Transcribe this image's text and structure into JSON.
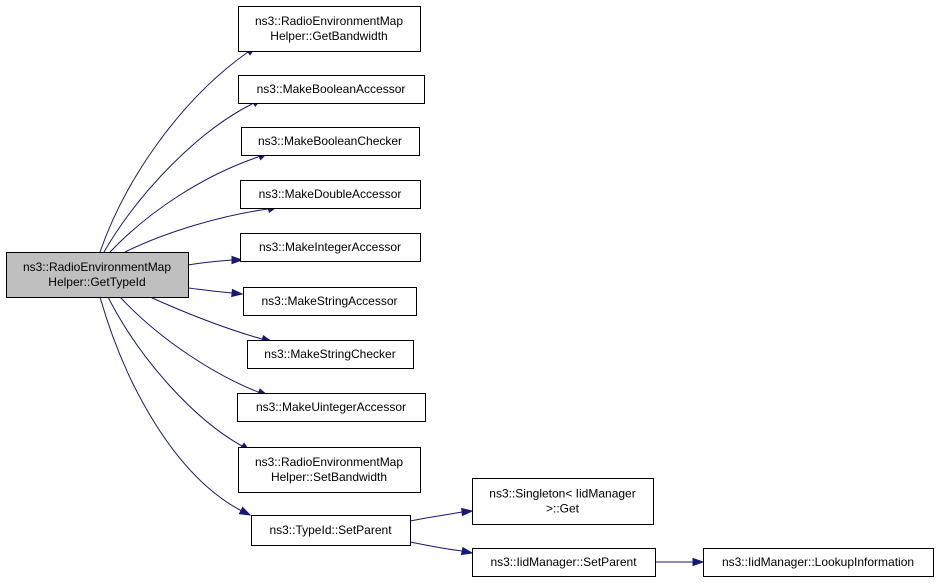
{
  "diagram": {
    "nodes": [
      {
        "id": "root",
        "lines": [
          "ns3::RadioEnvironmentMap",
          "Helper::GetTypeId"
        ]
      },
      {
        "id": "getbandwidth",
        "lines": [
          "ns3::RadioEnvironmentMap",
          "Helper::GetBandwidth"
        ]
      },
      {
        "id": "makebooleanaccessor",
        "lines": [
          "ns3::MakeBooleanAccessor"
        ]
      },
      {
        "id": "makebooleanchecker",
        "lines": [
          "ns3::MakeBooleanChecker"
        ]
      },
      {
        "id": "makedoubleaccessor",
        "lines": [
          "ns3::MakeDoubleAccessor"
        ]
      },
      {
        "id": "makeintegeraccessor",
        "lines": [
          "ns3::MakeIntegerAccessor"
        ]
      },
      {
        "id": "makestringaccessor",
        "lines": [
          "ns3::MakeStringAccessor"
        ]
      },
      {
        "id": "makestringchecker",
        "lines": [
          "ns3::MakeStringChecker"
        ]
      },
      {
        "id": "makeuintegeraccessor",
        "lines": [
          "ns3::MakeUintegerAccessor"
        ]
      },
      {
        "id": "setbandwidth",
        "lines": [
          "ns3::RadioEnvironmentMap",
          "Helper::SetBandwidth"
        ]
      },
      {
        "id": "typeid-setparent",
        "lines": [
          "ns3::TypeId::SetParent"
        ]
      },
      {
        "id": "singleton-get",
        "lines": [
          "ns3::Singleton< IidManager",
          ">::Get"
        ]
      },
      {
        "id": "iidmanager-setparent",
        "lines": [
          "ns3::IidManager::SetParent"
        ]
      },
      {
        "id": "iidmanager-lookupinformation",
        "lines": [
          "ns3::IidManager::LookupInformation"
        ]
      }
    ],
    "edges": [
      {
        "from": "root",
        "to": "getbandwidth"
      },
      {
        "from": "root",
        "to": "makebooleanaccessor"
      },
      {
        "from": "root",
        "to": "makebooleanchecker"
      },
      {
        "from": "root",
        "to": "makedoubleaccessor"
      },
      {
        "from": "root",
        "to": "makeintegeraccessor"
      },
      {
        "from": "root",
        "to": "makestringaccessor"
      },
      {
        "from": "root",
        "to": "makestringchecker"
      },
      {
        "from": "root",
        "to": "makeuintegeraccessor"
      },
      {
        "from": "root",
        "to": "setbandwidth"
      },
      {
        "from": "root",
        "to": "typeid-setparent"
      },
      {
        "from": "typeid-setparent",
        "to": "singleton-get"
      },
      {
        "from": "typeid-setparent",
        "to": "iidmanager-setparent"
      },
      {
        "from": "iidmanager-setparent",
        "to": "iidmanager-lookupinformation"
      }
    ],
    "colors": {
      "edge": "#191970",
      "root_fill": "#bfbfbf",
      "node_fill": "#ffffff",
      "node_border": "#000000"
    }
  }
}
